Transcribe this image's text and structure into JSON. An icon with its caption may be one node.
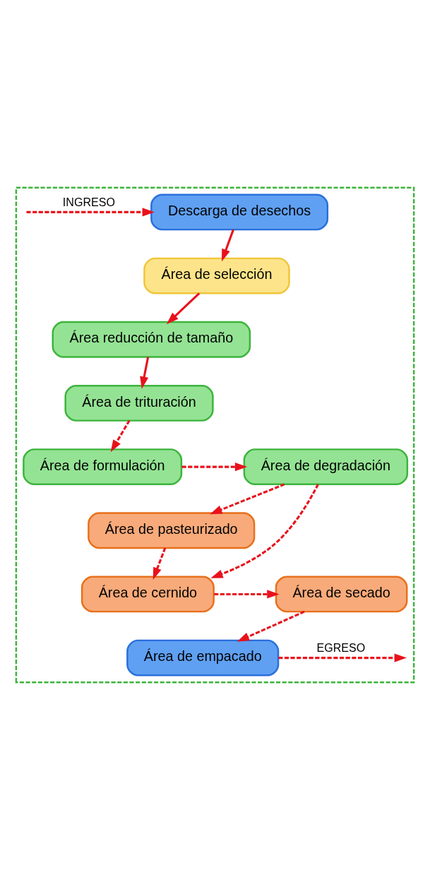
{
  "diagram": {
    "nodes": [
      {
        "text": [],
        "shape": "box"
      },
      {
        "text": [
          "Descarga de desechos"
        ],
        "in": 0
      },
      {
        "text": [
          "Área de selección"
        ],
        "in": 0
      },
      {
        "text": [
          "Área reducción de tamaño"
        ],
        "in": 0
      },
      {
        "text": [
          "Área de trituración"
        ],
        "in": 0
      },
      {
        "text": [
          "Área de formulación"
        ],
        "in": 0
      },
      {
        "text": [
          "Área de degradación"
        ],
        "in": 0
      },
      {
        "text": [
          "Área de pasteurizado"
        ],
        "in": 0
      },
      {
        "text": [
          "Área de cernido"
        ],
        "in": 0
      },
      {
        "text": [
          "Área de secado"
        ],
        "in": 0
      },
      {
        "text": [
          "Área de empacado"
        ],
        "in": 0
      }
    ],
    "edges": [
      {
        "from": null,
        "to": 1,
        "arrow": "to",
        "style": "dashed",
        "label": "INGRESO"
      },
      {
        "from": 1,
        "to": 2,
        "arrow": "to"
      },
      {
        "from": 2,
        "to": 3,
        "arrow": "to"
      },
      {
        "from": 3,
        "to": 4,
        "arrow": "to"
      },
      {
        "from": 4,
        "to": 5,
        "arrow": "to",
        "style": "dashed"
      },
      {
        "from": 5,
        "to": 6,
        "arrow": "to",
        "style": "dashed"
      },
      {
        "from": 6,
        "to": 8,
        "arrow": "to",
        "style": "dashed"
      },
      {
        "from": 6,
        "to": 7,
        "arrow": "to",
        "style": "dashed"
      },
      {
        "from": 7,
        "to": 8,
        "arrow": "to",
        "style": "dashed"
      },
      {
        "from": 8,
        "to": 9,
        "arrow": "to",
        "style": "dashed"
      },
      {
        "from": 9,
        "to": 10,
        "arrow": "to",
        "style": "dashed"
      },
      {
        "from": 10,
        "to": null,
        "arrow": "to",
        "style": "dashed",
        "label": "EGRESO"
      }
    ]
  }
}
